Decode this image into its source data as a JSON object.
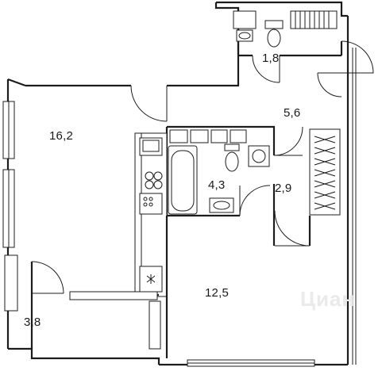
{
  "rooms": {
    "living": {
      "area": "16,2"
    },
    "wc": {
      "area": "1,8"
    },
    "hall": {
      "area": "5,6"
    },
    "bath": {
      "area": "4,3"
    },
    "corridor": {
      "area": "2,9"
    },
    "bedroom": {
      "area": "12,5"
    },
    "balcony": {
      "area": "3,8"
    }
  },
  "watermark": {
    "text": "Циан"
  },
  "colors": {
    "wall": "#1c1c1c",
    "background": "#ffffff",
    "watermark": "#eaeaea"
  }
}
